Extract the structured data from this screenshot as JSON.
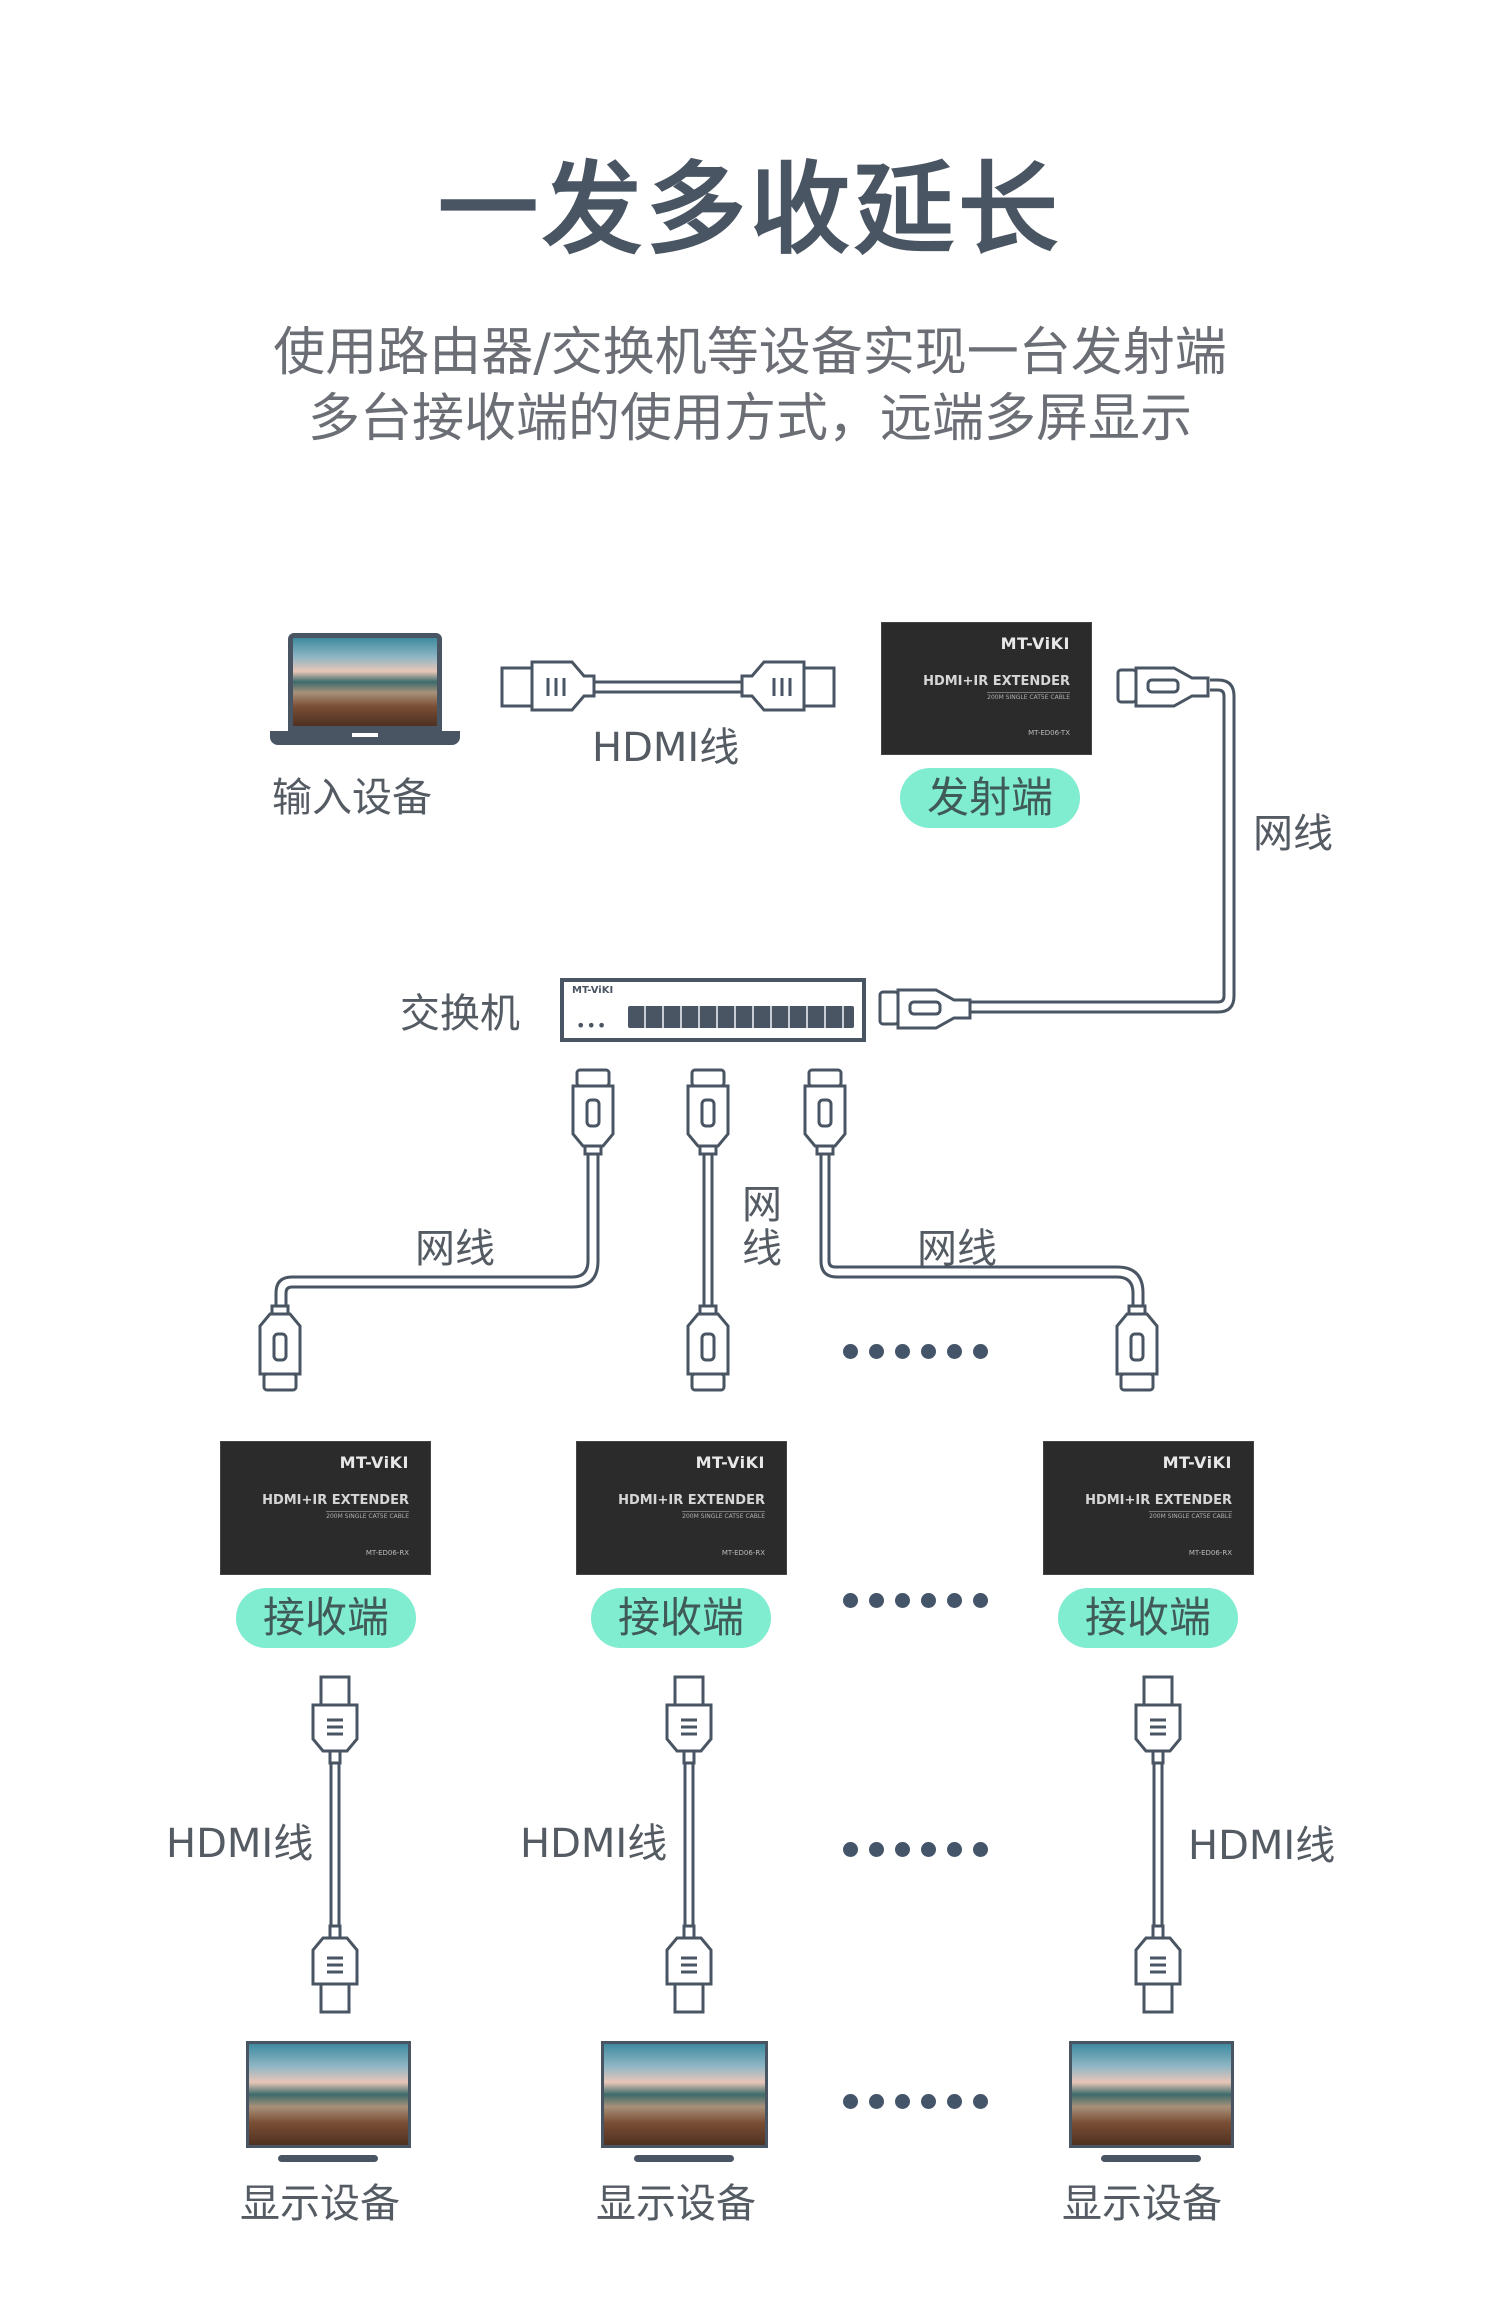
{
  "header": {
    "title": "一发多收延长",
    "subtitle_line1": "使用路由器/交换机等设备实现一台发射端",
    "subtitle_line2": "多台接收端的使用方式，远端多屏显示"
  },
  "colors": {
    "text": "#4a5563",
    "badge": "#80ecd0",
    "cable": "#4a5563",
    "device": "#2b2b2b"
  },
  "source": {
    "label": "输入设备",
    "icon": "laptop-icon"
  },
  "top_cable": {
    "label": "HDMI线",
    "icon": "hdmi-cable-icon"
  },
  "transmitter": {
    "brand": "MT-ViKI",
    "product": "HDMI+IR EXTENDER",
    "spec": "200M SINGLE CAT5E CABLE",
    "sku": "MT-ED06-TX",
    "badge": "发射端"
  },
  "uplink_cable": {
    "label": "网线",
    "icon": "ethernet-cable-icon"
  },
  "switch": {
    "label": "交换机",
    "brand": "MT-ViKI",
    "ports": 12
  },
  "downlink_cables": [
    {
      "label": "网线"
    },
    {
      "label": "网线"
    },
    {
      "label": "网线"
    }
  ],
  "receivers": [
    {
      "brand": "MT-ViKI",
      "product": "HDMI+IR EXTENDER",
      "spec": "200M SINGLE CAT5E CABLE",
      "sku": "MT-ED06-RX",
      "badge": "接收端"
    },
    {
      "brand": "MT-ViKI",
      "product": "HDMI+IR EXTENDER",
      "spec": "200M SINGLE CAT5E CABLE",
      "sku": "MT-ED06-RX",
      "badge": "接收端"
    },
    {
      "brand": "MT-ViKI",
      "product": "HDMI+IR EXTENDER",
      "spec": "200M SINGLE CAT5E CABLE",
      "sku": "MT-ED06-RX",
      "badge": "接收端"
    }
  ],
  "output_cables": [
    {
      "label": "HDMI线"
    },
    {
      "label": "HDMI线"
    },
    {
      "label": "HDMI线"
    }
  ],
  "displays": [
    {
      "label": "显示设备"
    },
    {
      "label": "显示设备"
    },
    {
      "label": "显示设备"
    }
  ],
  "ellipsis_count": 6
}
